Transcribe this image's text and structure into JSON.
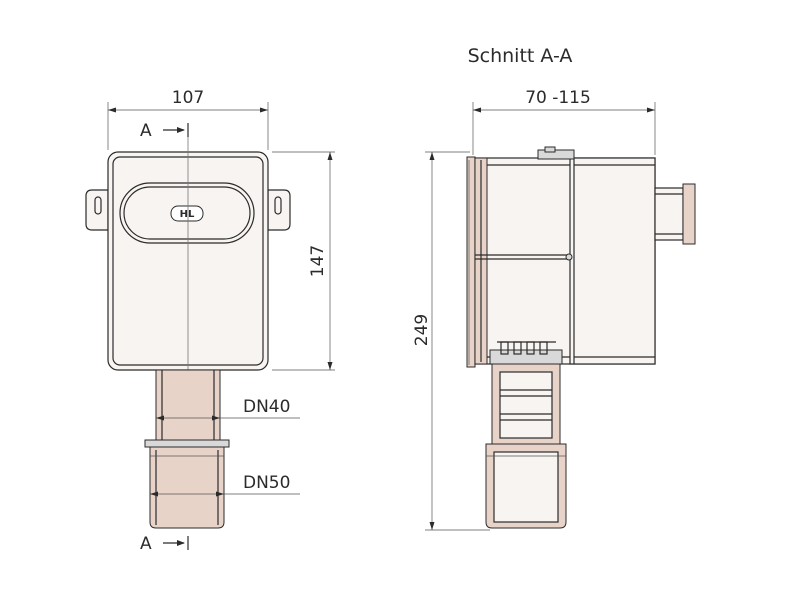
{
  "section_title": "Schnitt A-A",
  "dimensions": {
    "width_front": "107",
    "height_front": "147",
    "range_side": "70 -115",
    "height_total": "249"
  },
  "labels": {
    "pipe_upper": "DN40",
    "pipe_lower": "DN50",
    "cut_top": "A",
    "cut_bottom": "A",
    "logo": "HL"
  }
}
